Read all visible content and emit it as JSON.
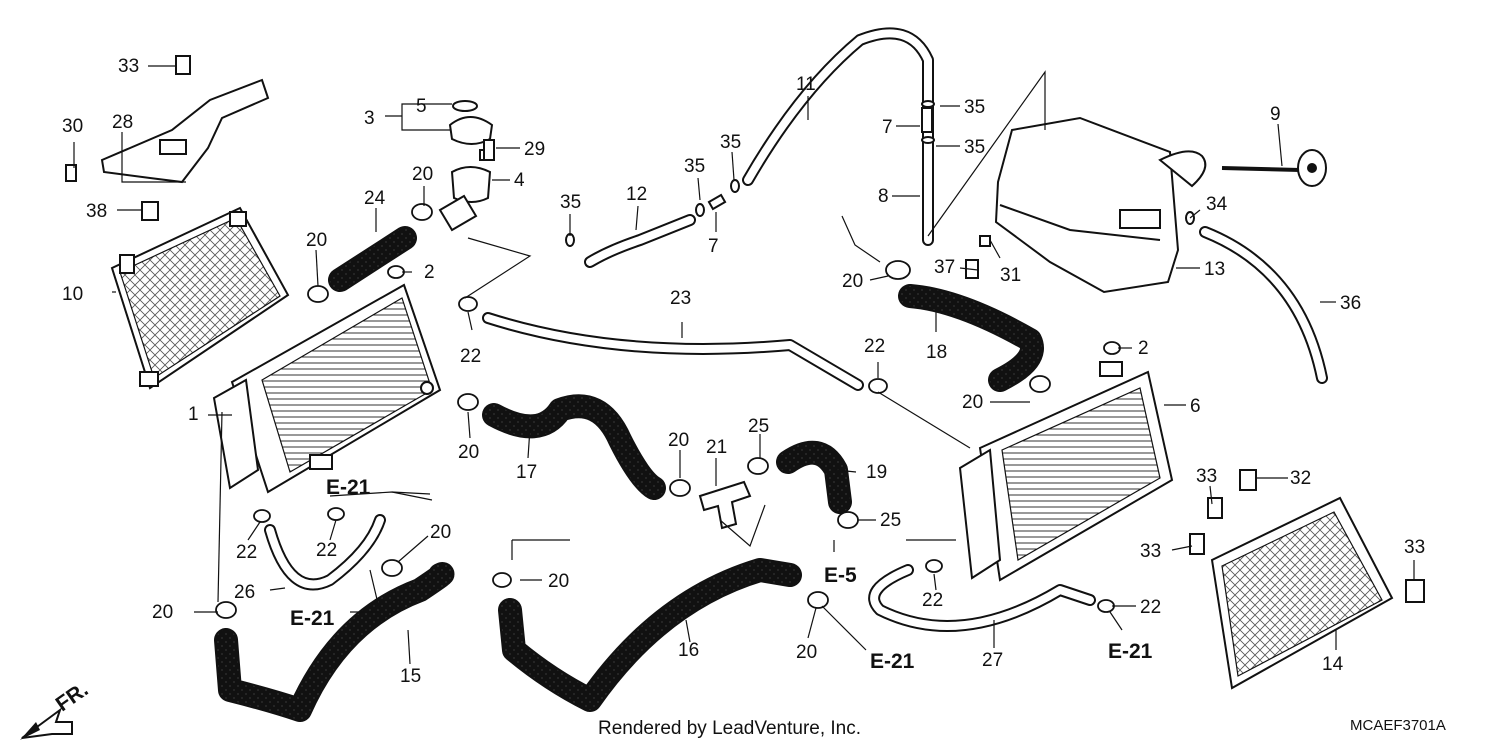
{
  "labels": [
    "1",
    "2",
    "3",
    "4",
    "5",
    "6",
    "7",
    "8",
    "9",
    "10",
    "11",
    "12",
    "13",
    "14",
    "15",
    "16",
    "17",
    "18",
    "19",
    "20",
    "21",
    "22",
    "23",
    "24",
    "25",
    "26",
    "27",
    "28",
    "29",
    "30",
    "31",
    "32",
    "33",
    "34",
    "35",
    "36",
    "37",
    "38"
  ],
  "refs": {
    "e21": "E-21",
    "e5": "E-5"
  },
  "arrow": {
    "fr": "FR."
  },
  "footer": {
    "rendered": "Rendered by LeadVenture, Inc.",
    "code": "MCAEF3701A"
  }
}
